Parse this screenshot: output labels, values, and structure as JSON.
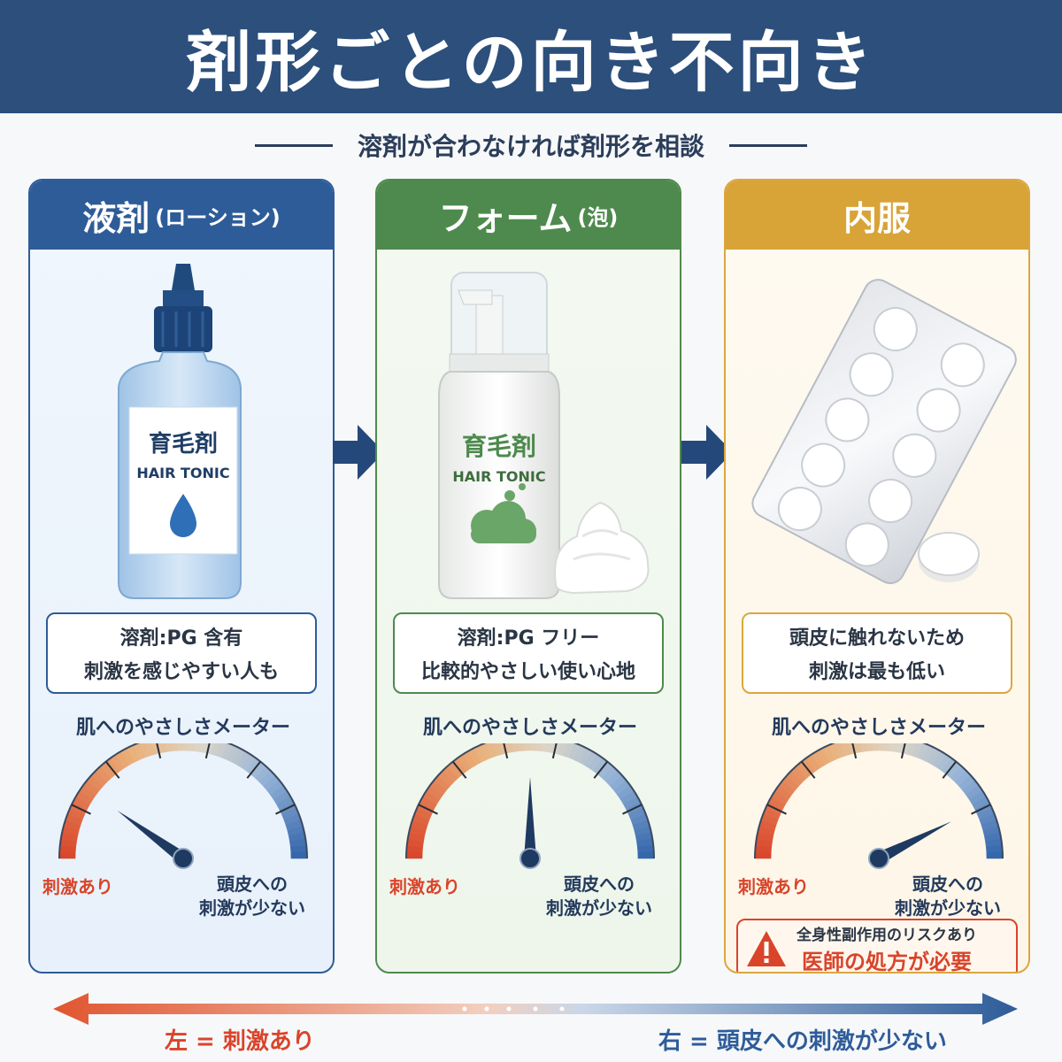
{
  "title": "剤形ごとの向き不向き",
  "subtitle": "溶剤が合わなければ剤形を相談",
  "panels": [
    {
      "title": "液剤",
      "title_sub": "(ローション)",
      "product_name": "育毛剤",
      "product_en": "HAIR TONIC",
      "info_line1": "溶剤:PG 含有",
      "info_line2": "刺激を感じやすい人も",
      "meter_title": "肌へのやさしさメーター",
      "meter_level": 0.2,
      "label_left": "刺激あり",
      "label_right_1": "頭皮への",
      "label_right_2": "刺激が少ない"
    },
    {
      "title": "フォーム",
      "title_sub": "(泡)",
      "product_name": "育毛剤",
      "product_en": "HAIR TONIC",
      "info_line1": "溶剤:PG フリー",
      "info_line2": "比較的やさしい使い心地",
      "meter_title": "肌へのやさしさメーター",
      "meter_level": 0.5,
      "label_left": "刺激あり",
      "label_right_1": "頭皮への",
      "label_right_2": "刺激が少ない"
    },
    {
      "title": "内服",
      "title_sub": "",
      "info_line1": "頭皮に触れないため",
      "info_line2": "刺激は最も低い",
      "meter_title": "肌へのやさしさメーター",
      "meter_level": 0.85,
      "label_left": "刺激あり",
      "label_right_1": "頭皮への",
      "label_right_2": "刺激が少ない",
      "warning_line1": "全身性副作用のリスクあり",
      "warning_line2": "医師の処方が必要"
    }
  ],
  "bottom_left": "左 = 刺激あり",
  "bottom_right": "右 = 頭皮への刺激が少ない",
  "colors": {
    "navy": "#2c4f7c",
    "liquid": "#2e5c99",
    "foam": "#4e8a4d",
    "oral": "#d8a337",
    "stimulus_red": "#d9442a"
  }
}
